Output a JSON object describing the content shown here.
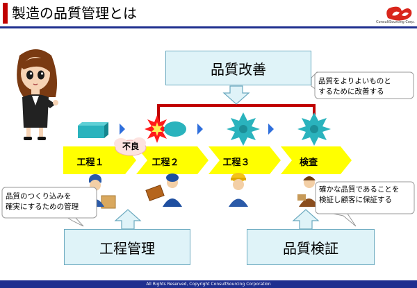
{
  "header": {
    "title": "製造の品質管理とは",
    "logo_text": "ConsultSourcing Corp."
  },
  "diagram": {
    "improvement_box": "品質改善",
    "improvement_note": [
      "品質をよりよいものと",
      "するために改善する"
    ],
    "steps": [
      {
        "label": "工程１"
      },
      {
        "label": "工程２"
      },
      {
        "label": "工程３"
      },
      {
        "label": "検査"
      }
    ],
    "defect_label": "不良",
    "process_box": "工程管理",
    "process_note": [
      "品質のつくり込みを",
      "確実にするための管理"
    ],
    "verify_box": "品質検証",
    "verify_note": [
      "確かな品質であることを",
      "検証し顧客に保証する"
    ]
  },
  "colors": {
    "arrow_yellow": "#ffff00",
    "accent_red": "#c00000",
    "box_fill": "#dff3f8",
    "box_border": "#6aa9bf",
    "part_teal": "#2ab3bd",
    "blue_arrow": "#2f6fdc",
    "rule_navy": "#1f2f8f"
  },
  "footer": {
    "copyright": "All Rights Reserved, Copyright  ConsultSourcing Corporation"
  },
  "icons": [
    "woman-presenter-icon",
    "worker-icon",
    "gear-part-icon",
    "defect-burst-icon",
    "cloud-icon"
  ]
}
